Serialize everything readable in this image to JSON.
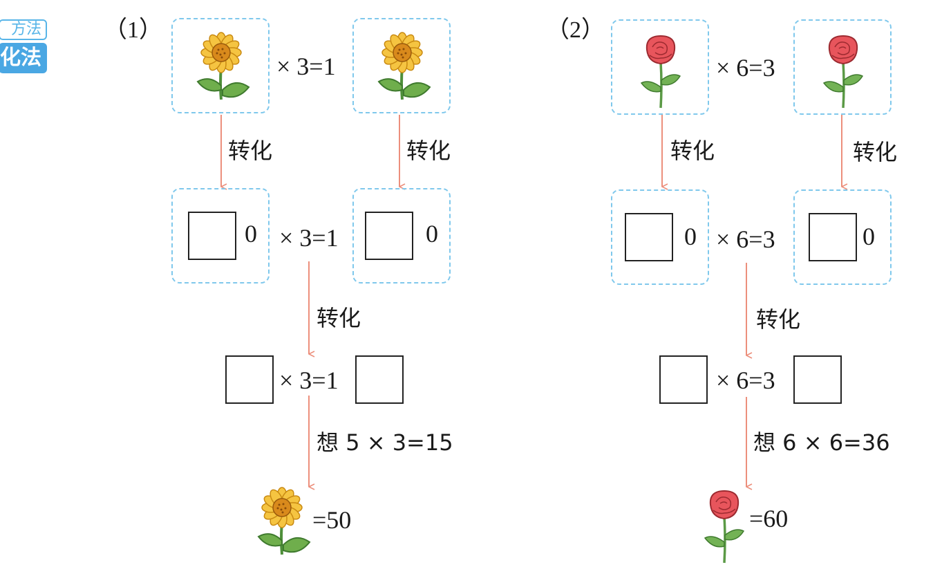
{
  "badge": {
    "top_text": "方法",
    "bottom_text": "化法"
  },
  "problem1": {
    "label": "（1）",
    "eq_top": "× 3=1",
    "digit_left": "0",
    "digit_right": "0",
    "eq_mid": "× 3=1",
    "eq_low": "× 3=1",
    "convert_left": "转化",
    "convert_right": "转化",
    "convert_mid": "转化",
    "hint": "想 5 × 3=15",
    "result": "=50",
    "flower_icon": "sunflower-icon"
  },
  "problem2": {
    "label": "（2）",
    "eq_top": "× 6=3",
    "digit_left": "0",
    "digit_right": "0",
    "eq_mid": "× 6=3",
    "eq_low": "× 6=3",
    "convert_left": "转化",
    "convert_right": "转化",
    "convert_mid": "转化",
    "hint": "想 6 × 6=36",
    "result": "=60",
    "flower_icon": "rose-icon"
  },
  "colors": {
    "arrow": "#ec8f7c",
    "dash": "#7fc8ec",
    "badge": "#4aa7e3"
  }
}
